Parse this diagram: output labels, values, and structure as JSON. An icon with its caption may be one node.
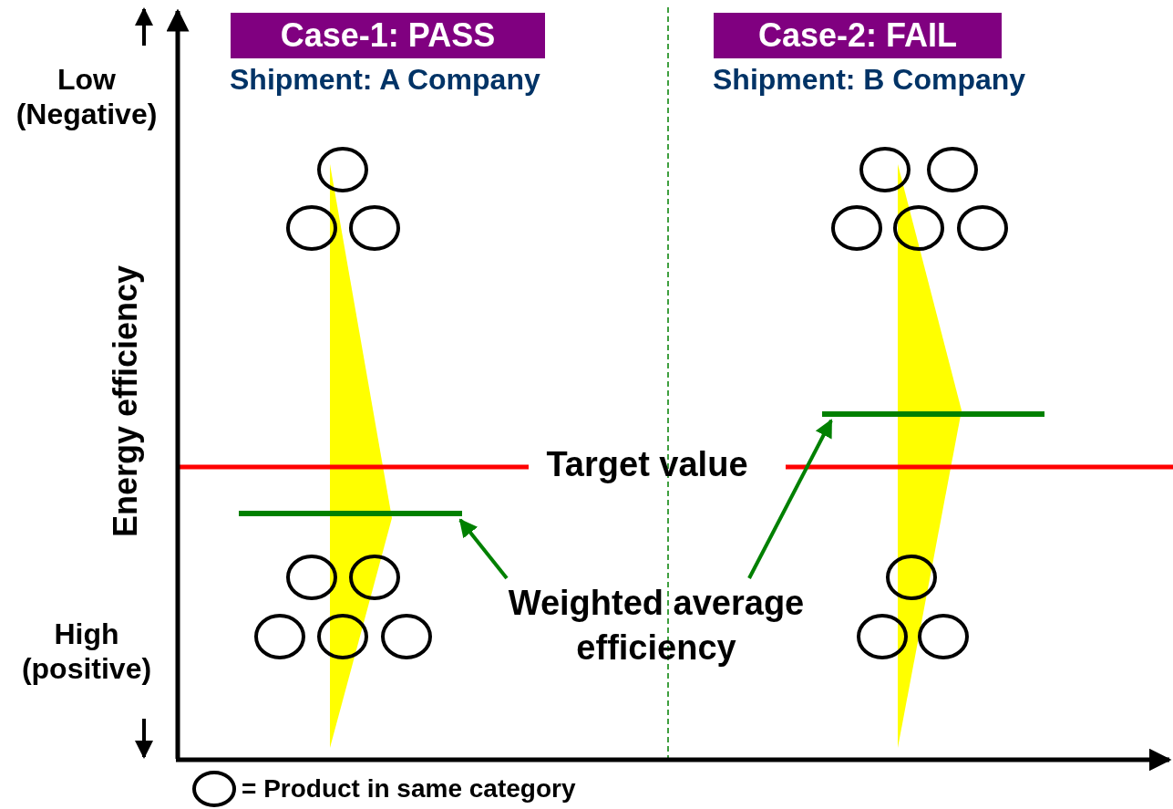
{
  "diagram": {
    "nodes": [
      {
        "text": [
          "Case-1: PASS"
        ],
        "beside": [
          "Shipment: A Company"
        ]
      },
      {
        "text": [
          "Case-2: FAIL"
        ],
        "beside": [
          "Shipment: B Company"
        ]
      },
      {
        "text": [],
        "shape": "bar"
      },
      {
        "text": [],
        "shape": "bar"
      },
      {
        "text": [
          "Weighted average efficiency"
        ]
      }
    ],
    "edges": [
      {
        "from": 4,
        "to": 3,
        "arrow": "to"
      },
      {
        "from": 4,
        "to": 2,
        "arrow": "to"
      }
    ],
    "labels": [
      "Low (Negative)",
      "Energy efficiency",
      "Target value",
      "High (positive)"
    ],
    "legend": [
      {
        "text": "= Product in same category"
      }
    ]
  }
}
